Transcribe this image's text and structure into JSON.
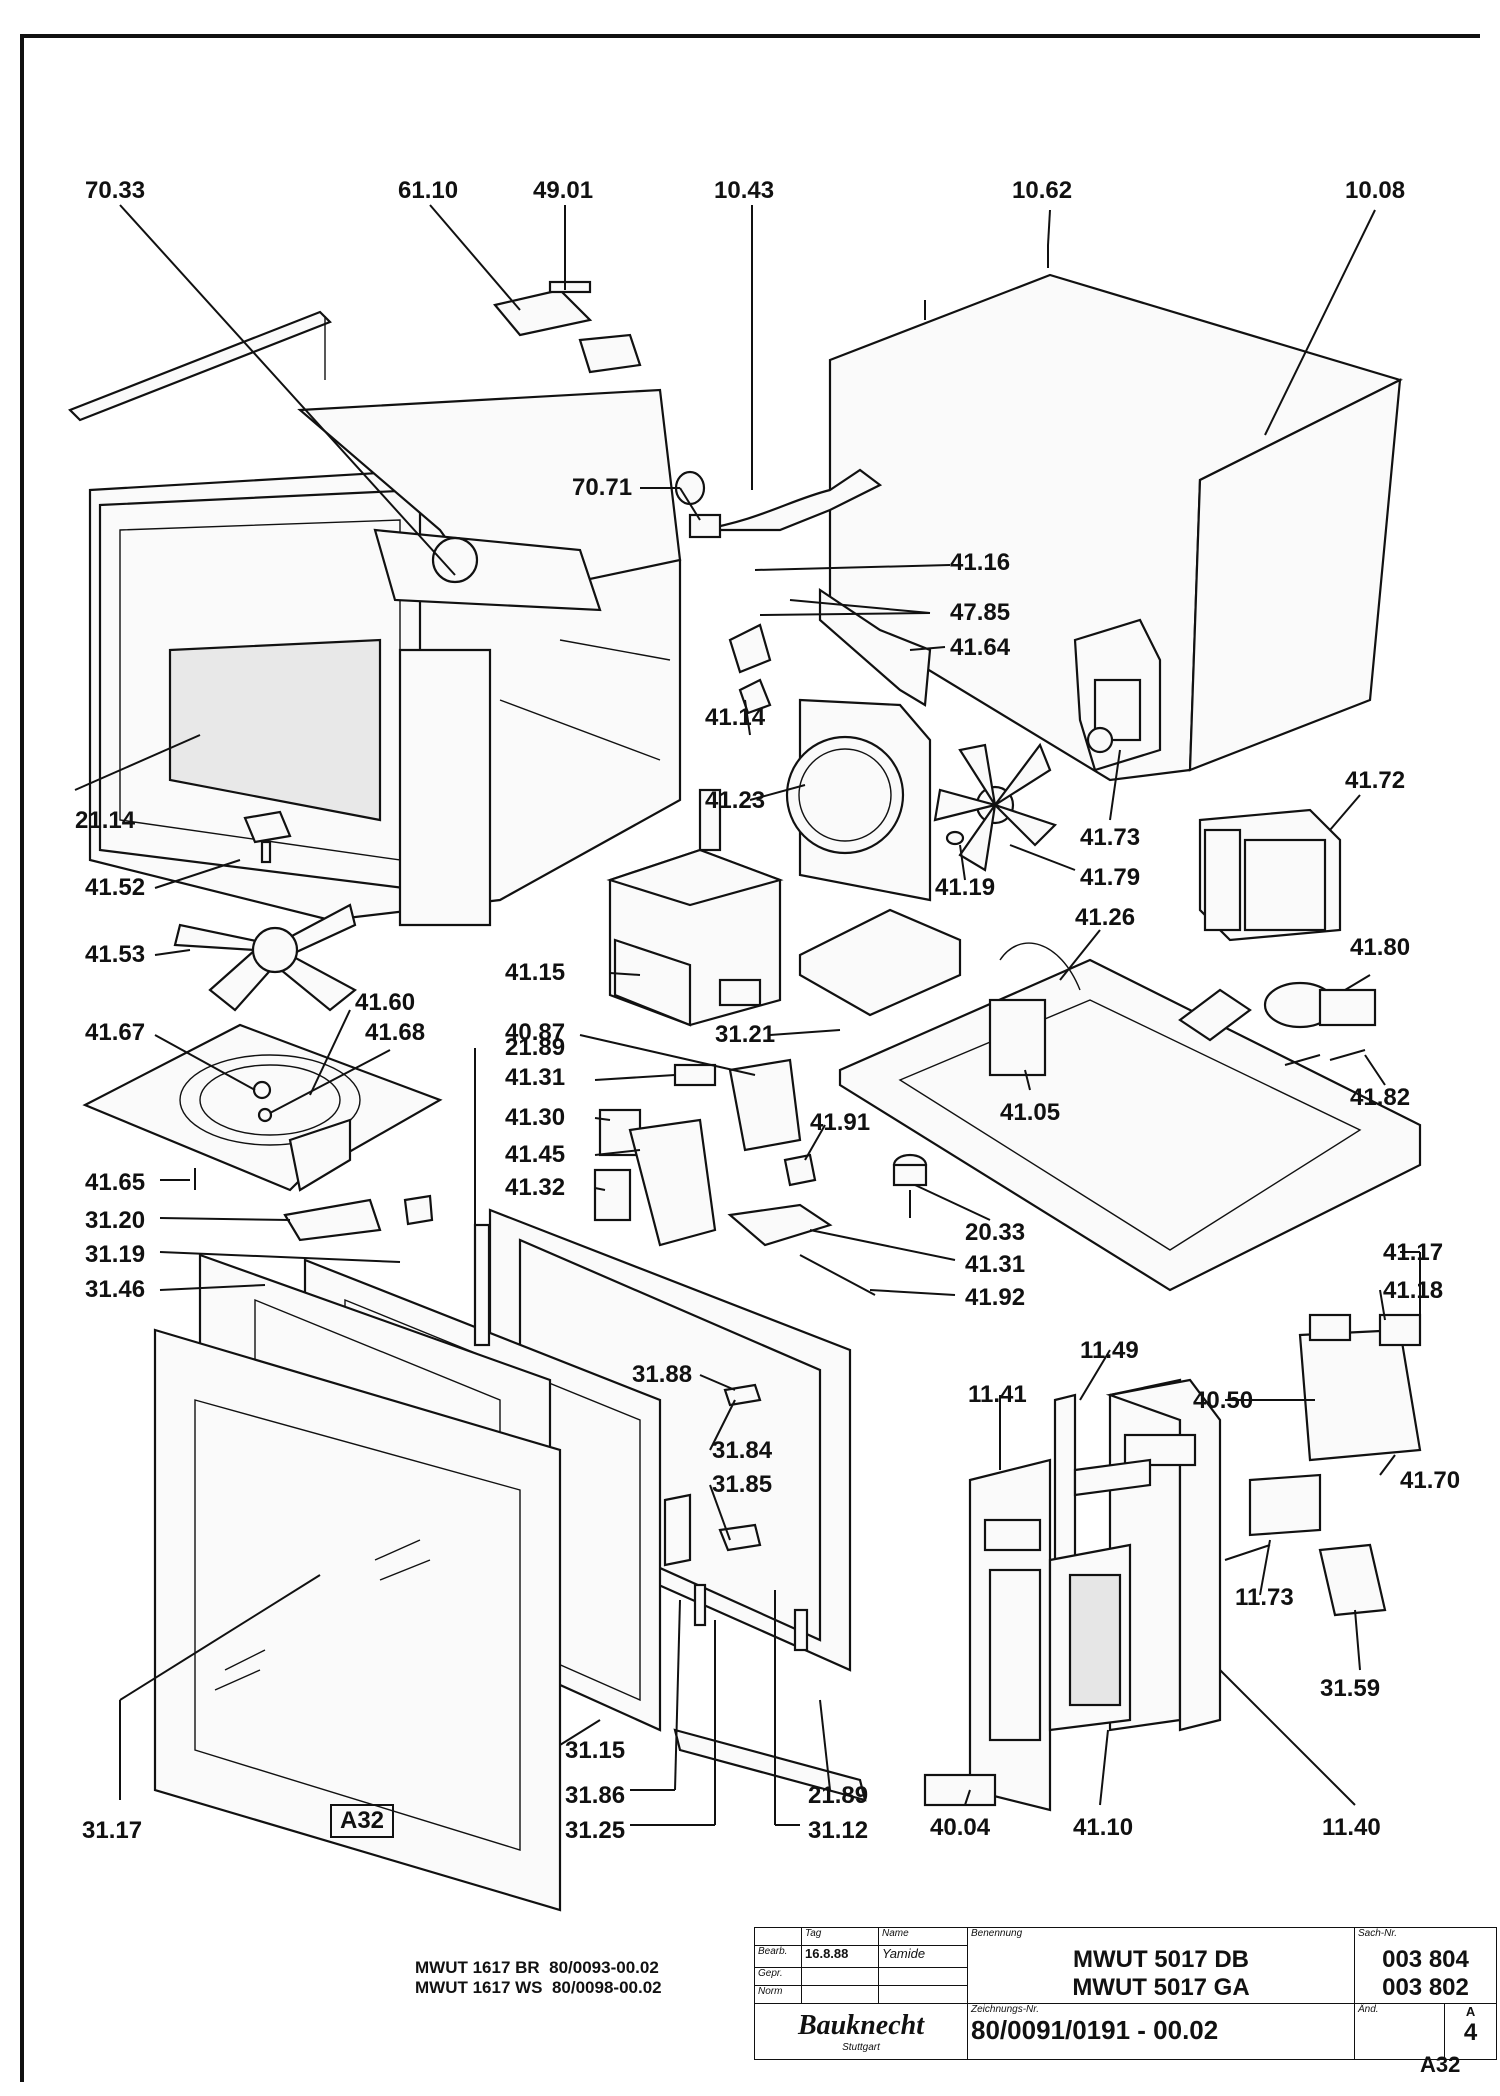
{
  "labels": [
    "70.33",
    "61.10",
    "49.01",
    "10.43",
    "10.62",
    "10.08",
    "70.71",
    "41.16",
    "47.85",
    "41.64",
    "41.14",
    "41.23",
    "21.14",
    "41.52",
    "41.53",
    "41.15",
    "41.73",
    "41.72",
    "41.19",
    "41.79",
    "41.26",
    "41.80",
    "41.60",
    "41.67",
    "41.68",
    "40.87",
    "21.89",
    "31.21",
    "41.31",
    "41.30",
    "41.45",
    "41.32",
    "41.91",
    "41.05",
    "41.82",
    "41.65",
    "31.20",
    "31.19",
    "31.46",
    "20.33",
    "41.31",
    "41.92",
    "41.17",
    "41.18",
    "11.49",
    "40.50",
    "31.88",
    "11.41",
    "31.84",
    "31.85",
    "41.70",
    "11.73",
    "31.59",
    "31.15",
    "31.86",
    "21.89",
    "31.17",
    "31.25",
    "31.12",
    "40.04",
    "41.10",
    "11.40"
  ],
  "sheet_tag": "A32",
  "variants": [
    "MWUT 1617 BR  80/0093-00.02",
    "MWUT 1617 WS  80/0098-00.02"
  ],
  "title_block": {
    "col_tag": "Tag",
    "col_name": "Name",
    "col_benennung": "Benennung",
    "col_sach": "Sach-Nr.",
    "row_bearb": "Bearb.",
    "row_gepr": "Gepr.",
    "row_norm": "Norm",
    "date": "16.8.88",
    "name": "Yamide",
    "model_1": "MWUT  5017 DB",
    "model_2": "MWUT  5017 GA",
    "sach_1": "003 804",
    "sach_2": "003 802",
    "brand": "Bauknecht",
    "city": "Stuttgart",
    "zeichnung_label": "Zeichnungs-Nr.",
    "zeichnung": "80/0091/0191 - 00.02",
    "aend_label": "Änd.",
    "aend_top": "A",
    "aend_value": "4",
    "sheet": "A32"
  },
  "icons": [
    "microwave-exploded-view"
  ]
}
